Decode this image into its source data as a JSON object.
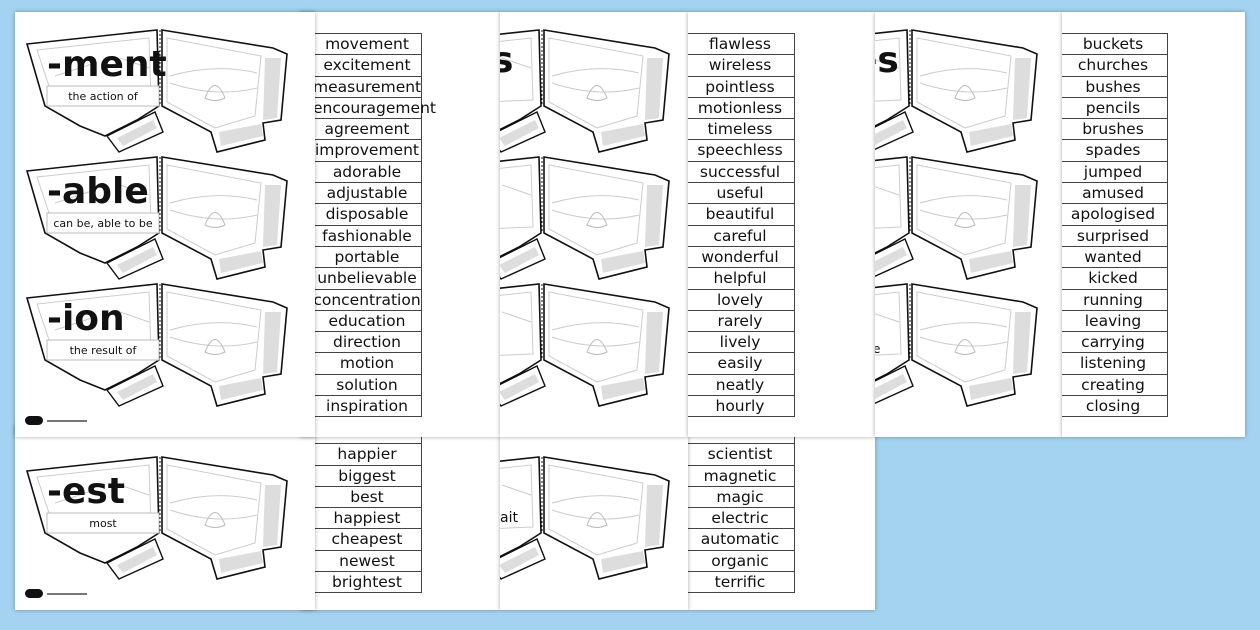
{
  "background_color": "#a3d3f0",
  "card_pages": {
    "top_left": {
      "cards": [
        {
          "suffix": "-ment",
          "meaning": "the action of"
        },
        {
          "suffix": "-able",
          "meaning": "can be, able to be"
        },
        {
          "suffix": "-ion",
          "meaning": "the result of"
        }
      ],
      "logo": "twinkl"
    },
    "top_middle": {
      "visible_fragments": [
        "s"
      ]
    },
    "top_right": {
      "visible_fragments": [
        "es",
        "e"
      ]
    },
    "bottom_left": {
      "cards": [
        {
          "suffix": "-est",
          "meaning": "most"
        }
      ],
      "logo": "twinkl"
    },
    "bottom_middle": {
      "visible_fragments": [
        "ait"
      ]
    }
  },
  "word_lists": {
    "list1": [
      "movement",
      "excitement",
      "measurement",
      "encouragement",
      "agreement",
      "improvement",
      "adorable",
      "adjustable",
      "disposable",
      "fashionable",
      "portable",
      "unbelievable",
      "concentration",
      "education",
      "direction",
      "motion",
      "solution",
      "inspiration"
    ],
    "list2": [
      "flawless",
      "wireless",
      "pointless",
      "motionless",
      "timeless",
      "speechless",
      "successful",
      "useful",
      "beautiful",
      "careful",
      "wonderful",
      "helpful",
      "lovely",
      "rarely",
      "lively",
      "easily",
      "neatly",
      "hourly"
    ],
    "list3": [
      "buckets",
      "churches",
      "bushes",
      "pencils",
      "brushes",
      "spades",
      "jumped",
      "amused",
      "apologised",
      "surprised",
      "wanted",
      "kicked",
      "running",
      "leaving",
      "carrying",
      "listening",
      "creating",
      "closing"
    ],
    "list4": [
      "happier",
      "biggest",
      "best",
      "happiest",
      "cheapest",
      "newest",
      "brightest"
    ],
    "list5": [
      "scientist",
      "magnetic",
      "magic",
      "electric",
      "automatic",
      "organic",
      "terrific"
    ]
  }
}
